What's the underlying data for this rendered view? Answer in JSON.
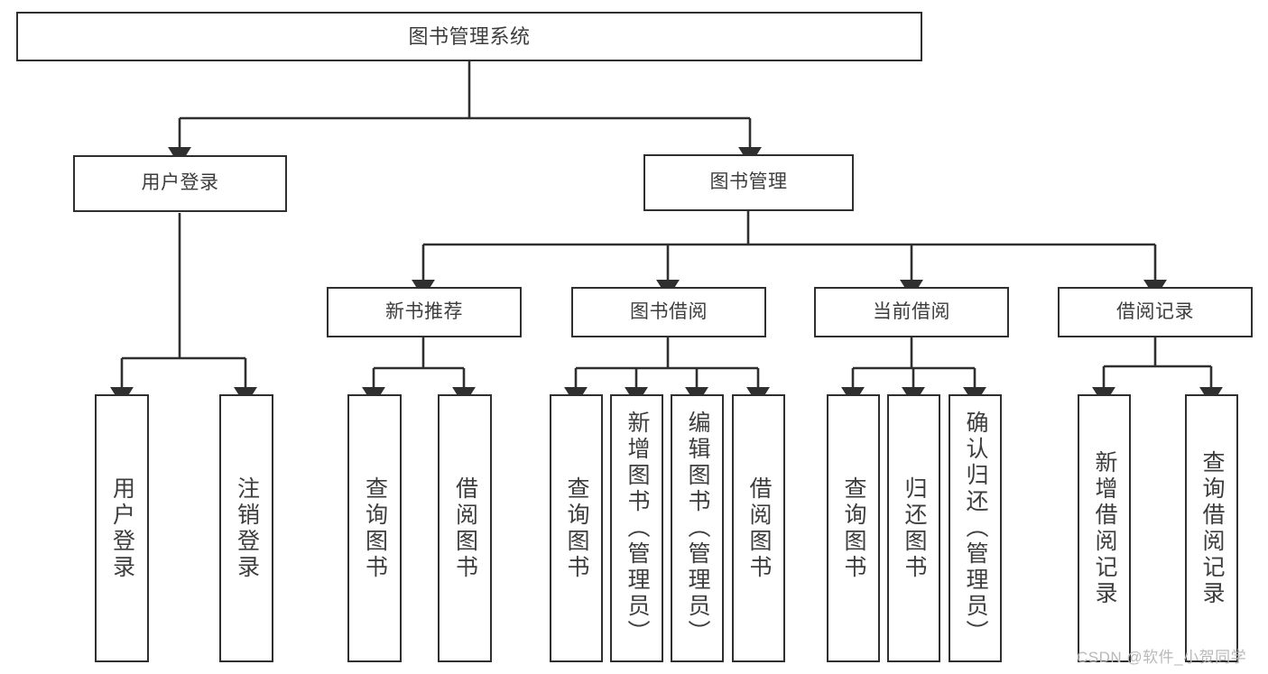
{
  "diagram": {
    "type": "tree",
    "title": "图书管理系统",
    "orientation": "top-down",
    "line_color": "#2f2f2f",
    "text_color": "#3d3d3d",
    "background": "#ffffff"
  },
  "nodes": {
    "root": {
      "label": "图书管理系统"
    },
    "level2": [
      {
        "label": "用户登录"
      },
      {
        "label": "图书管理"
      }
    ],
    "level3": [
      {
        "label": "新书推荐"
      },
      {
        "label": "图书借阅"
      },
      {
        "label": "当前借阅"
      },
      {
        "label": "借阅记录"
      }
    ],
    "leaves_user_login": [
      {
        "label": "用户登录"
      },
      {
        "label": "注销登录"
      }
    ],
    "leaves_new_books": [
      {
        "label": "查询图书"
      },
      {
        "label": "借阅图书"
      }
    ],
    "leaves_borrow": [
      {
        "label": "查询图书"
      },
      {
        "label": "新增图书（管理员）"
      },
      {
        "label": "编辑图书（管理员）"
      },
      {
        "label": "借阅图书"
      }
    ],
    "leaves_current": [
      {
        "label": "查询图书"
      },
      {
        "label": "归还图书"
      },
      {
        "label": "确认归还（管理员）"
      }
    ],
    "leaves_records": [
      {
        "label": "新增借阅记录"
      },
      {
        "label": "查询借阅记录"
      }
    ]
  },
  "watermark": {
    "text": "CSDN @软件_小贺同学"
  }
}
